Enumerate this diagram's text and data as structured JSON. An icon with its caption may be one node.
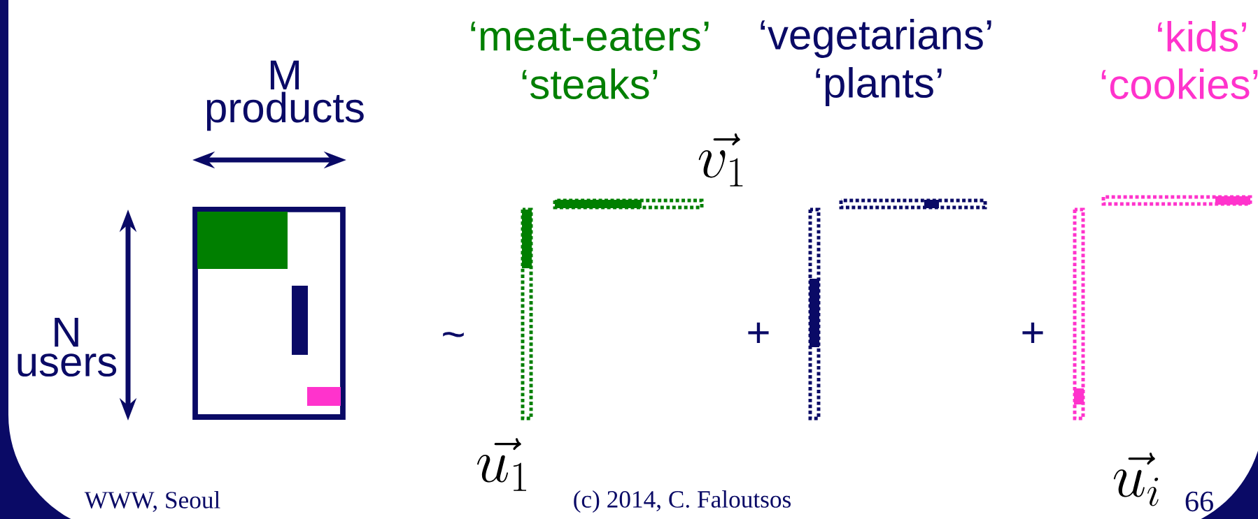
{
  "diagram": {
    "labels": [
      "M products",
      "N users",
      "‘meat-eaters’",
      "‘steaks’",
      "‘vegetarians’",
      "‘plants’",
      "‘kids’",
      "‘cookies’",
      "\\vec{v_1}",
      "~",
      "+",
      "+",
      "\\vec{u_1}",
      "\\vec{u_i}",
      "WWW, Seoul",
      "(c) 2014, C. Faloutsos",
      "66"
    ]
  }
}
